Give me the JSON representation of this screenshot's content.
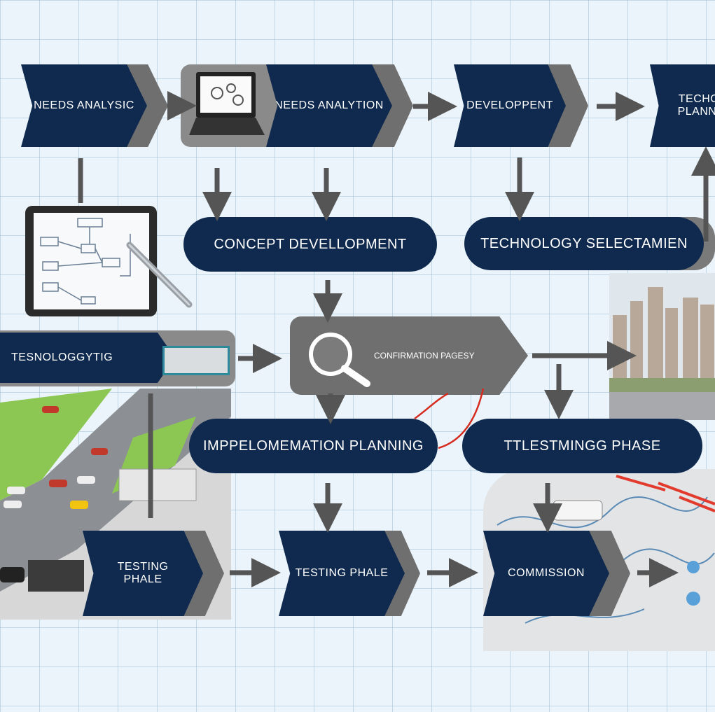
{
  "nodes": {
    "needs_analysis": "NEEDS ANALYSIC",
    "needs_analytion": "NEEDS ANALYTION",
    "development": "DEVELOPPENT",
    "tech_planning_line1": "TECHO",
    "tech_planning_line2": "PLANNI",
    "concept_development": "CONCEPT DEVELLOPMENT",
    "technology_selection": "TECHNOLOGY SELECTAMIEN",
    "technologygtig": "TESNOLOGGYTIG",
    "confirmation_pages": "CONFIRMATION PAGESY",
    "implementation_planning": "IMPPELOMEMATION PLANNING",
    "testing_phase_pill": "TTLESTMINGG PHASE",
    "testing_phale_1_line1": "TESTING",
    "testing_phale_1_line2": "PHALE",
    "testing_phale_2": "TESTING PHALE",
    "commission": "COMMISSION"
  },
  "colors": {
    "node_fill": "#0f2a4e",
    "arrow": "#555555",
    "shadow": "#6f6f6f",
    "accent_red": "#d62b1f",
    "grid_background": "#eaf4fa"
  },
  "icons": [
    "laptop-icon",
    "tablet-icon",
    "pen-icon",
    "magnifier-icon",
    "city-skyline-icon",
    "road-traffic-icon",
    "network-map-icon"
  ]
}
